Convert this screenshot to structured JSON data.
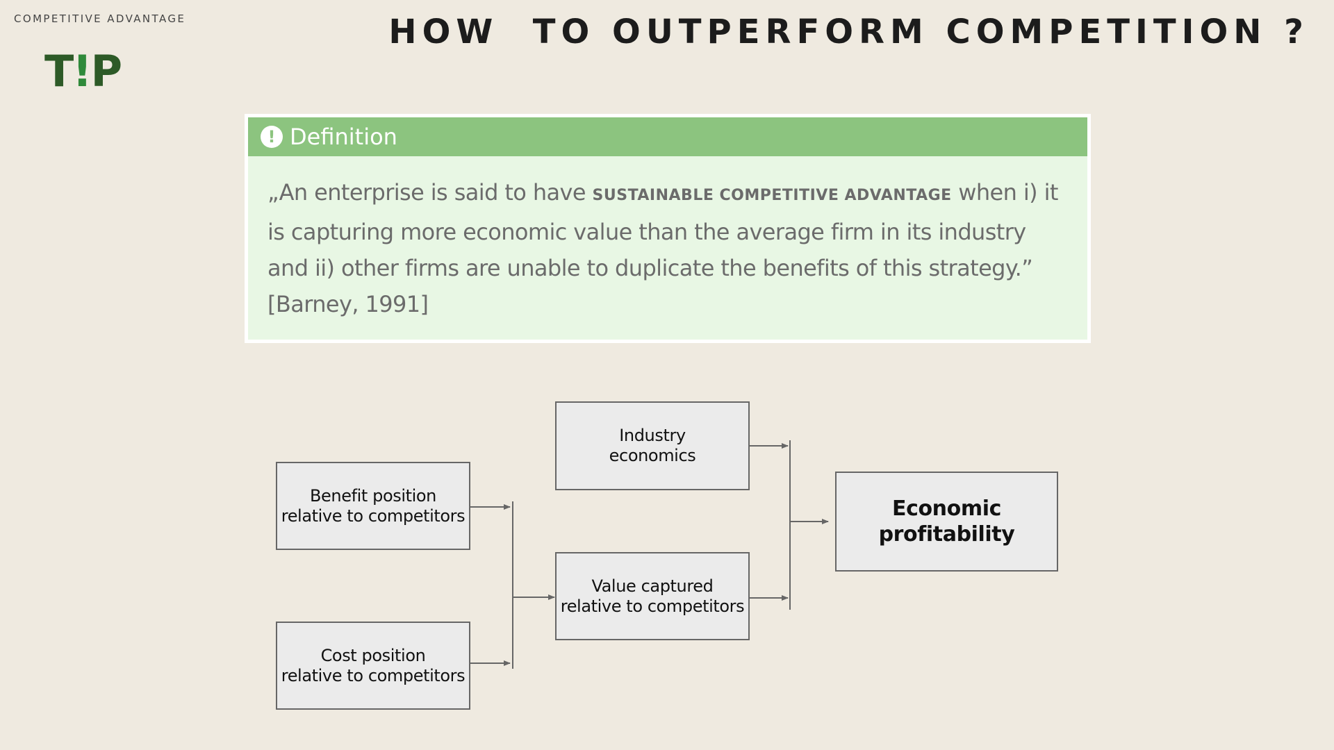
{
  "header": {
    "section_label": "COMPETITIVE ADVANTAGE",
    "title": "HOW  TO OUTPERFORM COMPETITION ?",
    "logo_left": "T",
    "logo_mark": "!",
    "logo_right": "P"
  },
  "definition": {
    "icon": "exclamation-circle-icon",
    "title": "Definition",
    "text_before": "„An enterprise is said to have ",
    "highlight": "SUSTAINABLE COMPETITIVE ADVANTAGE",
    "text_after": " when i) it is capturing more economic value than the average firm in its industry and ii) other firms are unable to duplicate the benefits of this strategy.”",
    "citation": "[Barney, 1991]"
  },
  "diagram": {
    "nodes": {
      "benefit": "Benefit position\nrelative to competitors",
      "cost": "Cost position\nrelative to competitors",
      "industry": "Industry\neconomics",
      "value": "Value captured\nrelative to competitors",
      "profit": "Economic\nprofitability"
    }
  },
  "colors": {
    "background": "#efeae0",
    "definition_header": "#8cc47f",
    "definition_body": "#e8f7e4",
    "logo": "#2d5a27",
    "node_fill": "#ebebeb",
    "connector": "#666666"
  }
}
